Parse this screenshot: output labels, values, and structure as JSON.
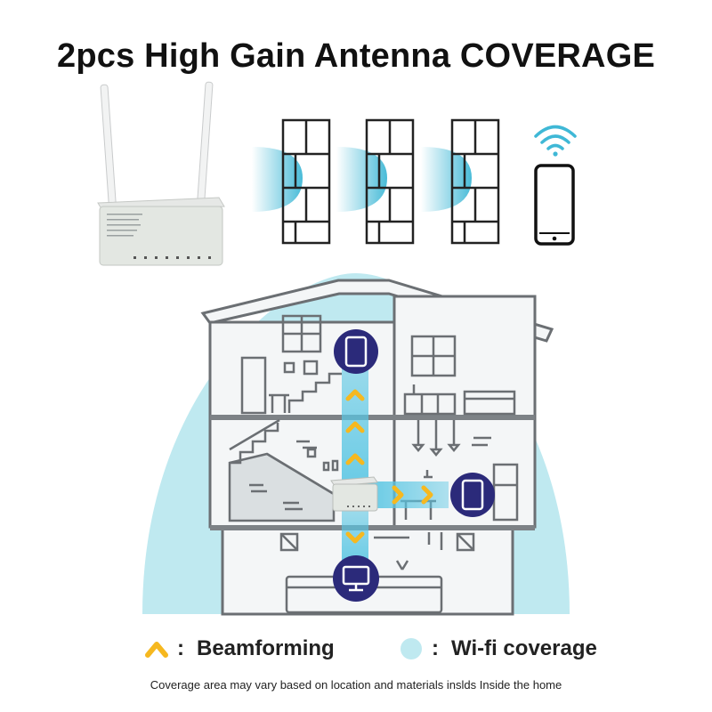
{
  "title": "2pcs High Gain Antenna COVERAGE",
  "legend": {
    "beamforming_label": "Beamforming",
    "coverage_label": "Wi-fi coverage",
    "separator": ":"
  },
  "footnote": "Coverage area may vary based on location and materials inslds Inside the home",
  "colors": {
    "coverage": "#bfe9f0",
    "signal_wave": "#3fb8d6",
    "beam": "#f6b81f",
    "device_badge": "#2b2a7a",
    "house_line": "#6b6f73",
    "house_floor": "#f4f6f7"
  },
  "icons": [
    "router-icon",
    "brick-wall-icon",
    "smartphone-icon",
    "wifi-icon",
    "tablet-icon",
    "monitor-icon",
    "beamforming-chevron-icon",
    "coverage-dot-icon"
  ]
}
